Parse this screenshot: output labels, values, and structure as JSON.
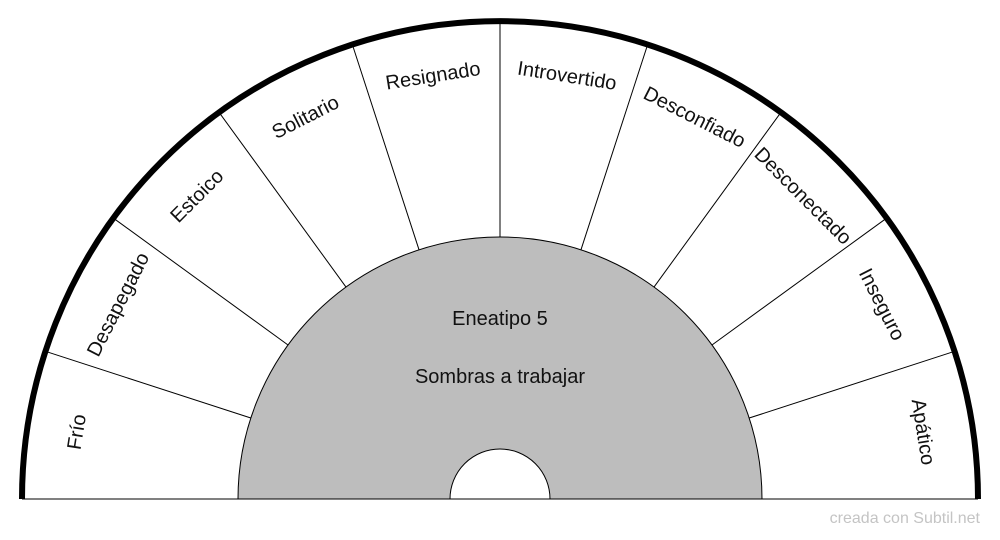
{
  "wheel": {
    "center_title": "Eneatipo 5",
    "center_subtitle": "Sombras a trabajar",
    "segments": [
      "Frío",
      "Desapegado",
      "Estoico",
      "Solitario",
      "Resignado",
      "Introvertido",
      "Desconfiado",
      "Desconectado",
      "Inseguro",
      "Apático"
    ]
  },
  "colors": {
    "center_fill": "#bdbdbd",
    "outer_ring": "#000000",
    "divider": "#000000"
  },
  "footer": {
    "credit": "creada con Subtil.net"
  }
}
